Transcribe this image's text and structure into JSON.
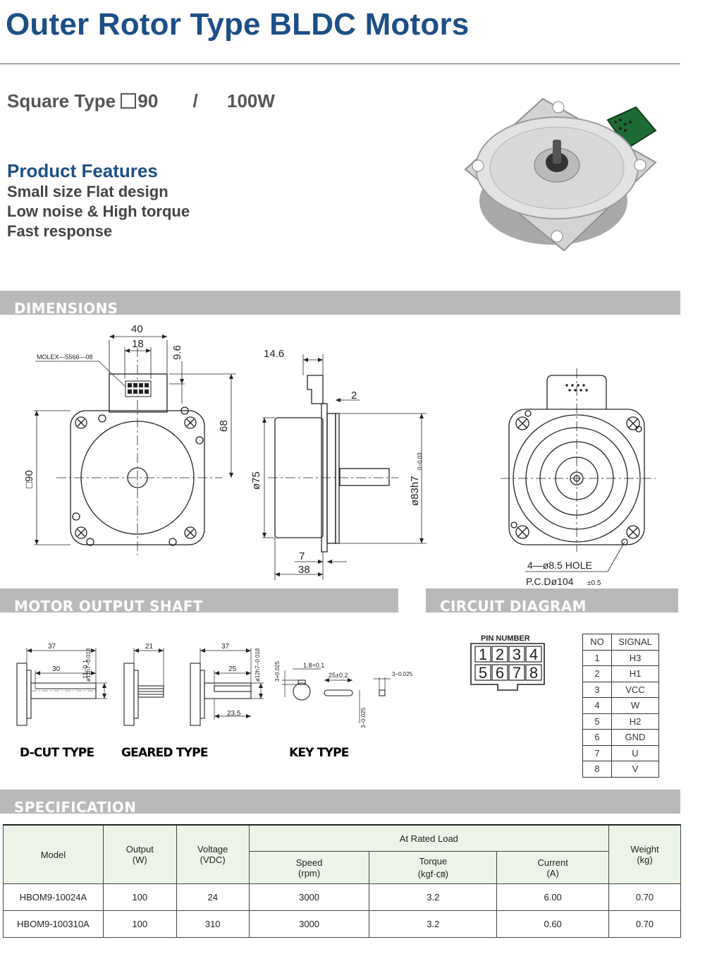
{
  "header": {
    "title": "Outer Rotor Type BLDC Motors",
    "subtitle_prefix": "Square Type ",
    "frame_size": "90",
    "separator": "/",
    "power": "100W"
  },
  "features": {
    "heading": "Product Features",
    "items": [
      "Small size Flat design",
      "Low noise & High torque",
      "Fast response"
    ]
  },
  "sections": {
    "dimensions": "DIMENSIONS",
    "output_shaft": "MOTOR OUTPUT SHAFT",
    "circuit": "CIRCUIT DIAGRAM",
    "spec": "SPECIFICATION"
  },
  "dimensions": {
    "front": {
      "width_40": "40",
      "width_18": "18",
      "height_9_6": "9.6",
      "connector": "MOLEX—5566—08",
      "height_68": "68",
      "square": "□90"
    },
    "side": {
      "d_14_6": "14.6",
      "d_2": "2",
      "d_75": "ø75",
      "d_83": "ø83h7",
      "d_83_tol": "0−0.03",
      "d_7": "7",
      "d_38": "38"
    },
    "rear": {
      "hole": "4—ø8.5  HOLE",
      "pcd": "P.C.Dø104",
      "pcd_tol": "±0.5"
    }
  },
  "shaft": {
    "dcut": {
      "len_total": "37",
      "len_flat": "30",
      "flat": "11−0.1",
      "dia": "ø12h7−0.018",
      "label": "D-CUT TYPE"
    },
    "geared": {
      "len": "21",
      "label": "GEARED TYPE"
    },
    "key": {
      "len_total": "37",
      "len_key": "25",
      "len_bottom": "23.5",
      "dia": "ø12h7−0.018",
      "key_depth": "3+0.025",
      "key_h": "1.8+0.1",
      "key_len": "25±0.2",
      "key_w": "3−0.025",
      "key_side": "3−0.025",
      "label": "KEY TYPE"
    }
  },
  "circuit": {
    "pin_header": "PIN  NUMBER",
    "pins_top": [
      "1",
      "2",
      "3",
      "4"
    ],
    "pins_bottom": [
      "5",
      "6",
      "7",
      "8"
    ],
    "table_headers": [
      "NO",
      "SIGNAL"
    ],
    "rows": [
      {
        "no": "1",
        "signal": "H3"
      },
      {
        "no": "2",
        "signal": "H1"
      },
      {
        "no": "3",
        "signal": "VCC"
      },
      {
        "no": "4",
        "signal": "W"
      },
      {
        "no": "5",
        "signal": "H2"
      },
      {
        "no": "6",
        "signal": "GND"
      },
      {
        "no": "7",
        "signal": "U"
      },
      {
        "no": "8",
        "signal": "V"
      }
    ]
  },
  "spec": {
    "h_model": "Model",
    "h_output": "Output",
    "h_output_unit": "(W)",
    "h_voltage": "Voltage",
    "h_voltage_unit": "(VDC)",
    "h_rated": "At Rated Load",
    "h_speed": "Speed",
    "h_speed_unit": "(rpm)",
    "h_torque": "Torque",
    "h_torque_unit": "(kgf·㎝)",
    "h_current": "Current",
    "h_current_unit": "(A)",
    "h_weight": "Weight",
    "h_weight_unit": "(kg)",
    "rows": [
      {
        "model": "HBOM9-10024A",
        "output": "100",
        "voltage": "24",
        "speed": "3000",
        "torque": "3.2",
        "current": "6.00",
        "weight": "0.70"
      },
      {
        "model": "HBOM9-100310A",
        "output": "100",
        "voltage": "310",
        "speed": "3000",
        "torque": "3.2",
        "current": "0.60",
        "weight": "0.70"
      }
    ]
  }
}
